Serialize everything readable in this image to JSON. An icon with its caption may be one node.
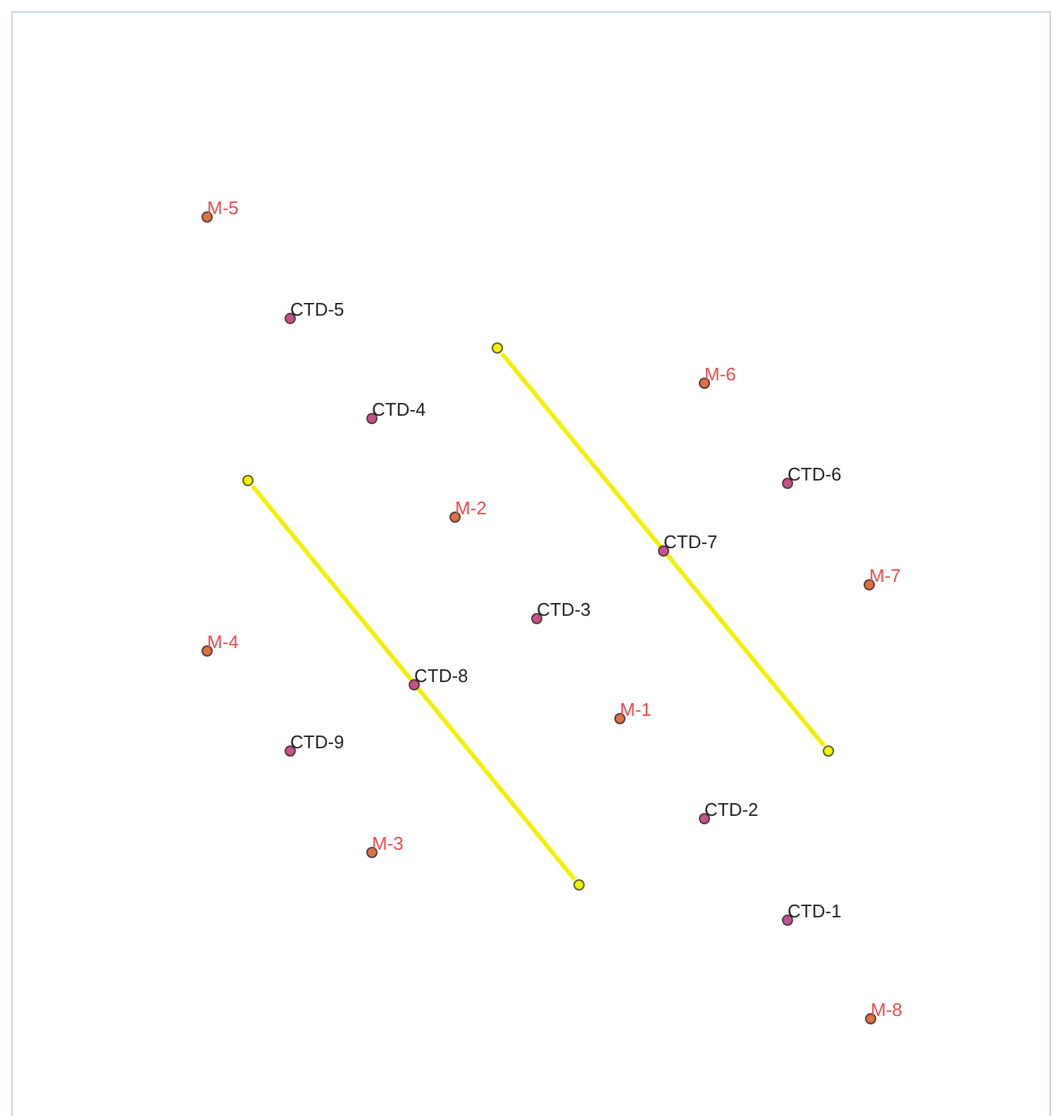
{
  "diagram": {
    "nodes": [
      {
        "text": [
          "M-5"
        ]
      },
      {
        "text": [
          "CTD-5"
        ]
      },
      {
        "text": [],
        "shape": "circle"
      },
      {
        "text": [
          "M-6"
        ]
      },
      {
        "text": [
          "CTD-4"
        ]
      },
      {
        "text": [],
        "shape": "circle"
      },
      {
        "text": [
          "CTD-6"
        ]
      },
      {
        "text": [
          "M-2"
        ]
      },
      {
        "text": [
          "CTD-7"
        ]
      },
      {
        "text": [
          "M-7"
        ]
      },
      {
        "text": [
          "CTD-3"
        ]
      },
      {
        "text": [
          "M-4"
        ]
      },
      {
        "text": [
          "CTD-8"
        ]
      },
      {
        "text": [
          "M-1"
        ]
      },
      {
        "text": [],
        "shape": "circle"
      },
      {
        "text": [
          "CTD-9"
        ]
      },
      {
        "text": [
          "CTD-2"
        ]
      },
      {
        "text": [
          "M-3"
        ]
      },
      {
        "text": [],
        "shape": "circle"
      },
      {
        "text": [
          "CTD-1"
        ]
      },
      {
        "text": [
          "M-8"
        ]
      }
    ],
    "edges": [
      {
        "from": 2,
        "to": 14,
        "arrow": "none"
      },
      {
        "from": 5,
        "to": 18,
        "arrow": "none"
      }
    ]
  }
}
